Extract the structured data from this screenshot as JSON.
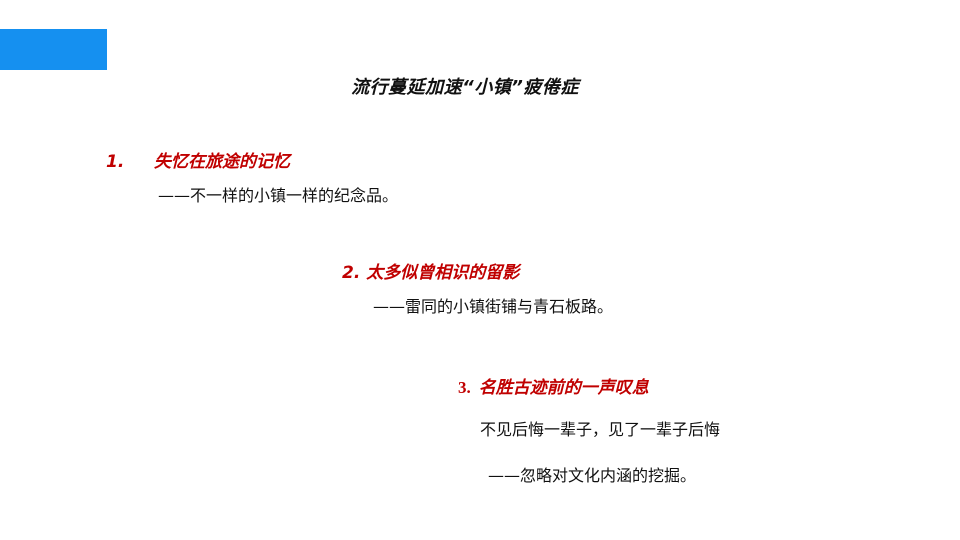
{
  "slide": {
    "accent_color": "#1590f0",
    "heading_color": "#c00000",
    "title": "流行蔓延加速“小镇”疲倦症",
    "points": [
      {
        "number": "1.",
        "heading": "失忆在旅途的记忆",
        "lines": [
          "——不一样的小镇一样的纪念品。"
        ]
      },
      {
        "number": "2.",
        "heading": "太多似曾相识的留影",
        "lines": [
          "——雷同的小镇街铺与青石板路。"
        ]
      },
      {
        "number": "3.",
        "heading": "名胜古迹前的一声叹息",
        "lines": [
          "不见后悔一辈子，见了一辈子后悔",
          "——忽略对文化内涵的挖掘。"
        ]
      }
    ]
  }
}
